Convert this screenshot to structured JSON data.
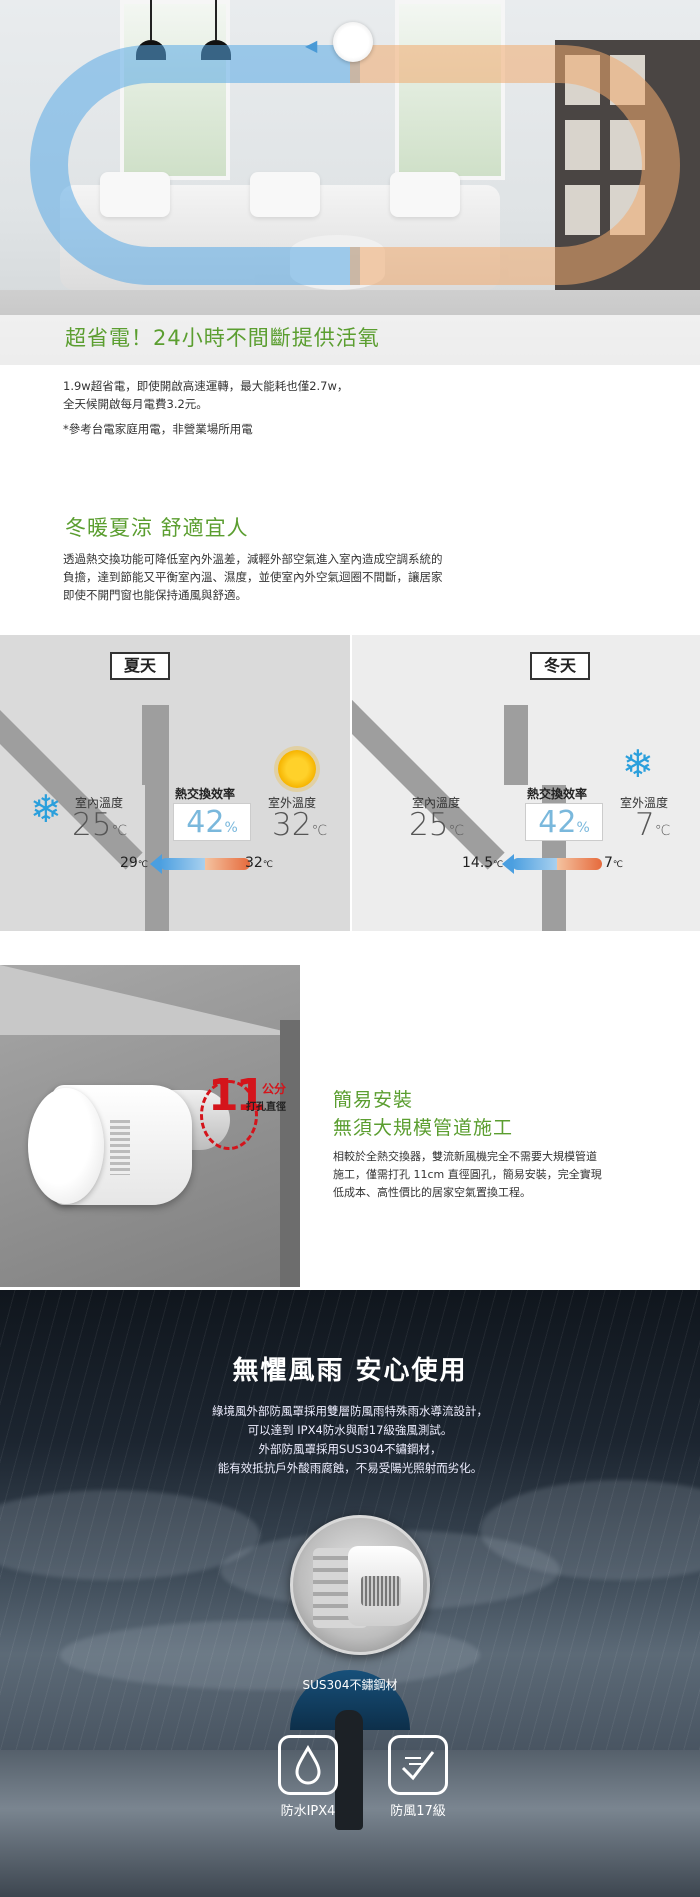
{
  "hero": {
    "title": "超省電！24小時不間斷提供活氧"
  },
  "power": {
    "lines": [
      "1.9w超省電，即使開啟高速運轉，最大能耗也僅2.7w，",
      "全天候開啟每月電費3.2元。"
    ],
    "note": "*參考台電家庭用電，非營業場所用電"
  },
  "comfort": {
    "title": "冬暖夏涼 舒適宜人",
    "lines": [
      "透過熱交換功能可降低室內外溫差，減輕外部空氣進入室內造成空調系統的",
      "負擔，達到節能又平衡室內溫、濕度，並使室內外空氣迴圈不間斷，讓居家",
      "即使不開門窗也能保持通風與舒適。"
    ]
  },
  "summer": {
    "label": "夏天",
    "indoor_label": "室內溫度",
    "indoor_temp": "25",
    "outdoor_label": "室外溫度",
    "outdoor_temp": "32",
    "efficiency_label": "熱交換效率",
    "efficiency": "42",
    "efficiency_unit": "%",
    "unit": "℃",
    "pipe_in": "29",
    "pipe_out": "32",
    "icon": "snowflake-icon"
  },
  "winter": {
    "label": "冬天",
    "indoor_label": "室內溫度",
    "indoor_temp": "25",
    "outdoor_label": "室外溫度",
    "outdoor_temp": "7",
    "efficiency_label": "熱交換效率",
    "efficiency": "42",
    "efficiency_unit": "%",
    "unit": "℃",
    "pipe_in": "14.5",
    "pipe_out": "7",
    "icon": "snowflake-icon"
  },
  "install": {
    "hole_size": "11",
    "hole_unit": "公分",
    "hole_label": "打孔直徑",
    "title_1": "簡易安裝",
    "title_2": "無須大規模管道施工",
    "lines": [
      "相較於全熱交換器，雙流新風機完全不需要大規模管道",
      "施工，僅需打孔 11cm 直徑圓孔，簡易安裝，完全實現",
      "低成本、高性價比的居家空氣置換工程。"
    ]
  },
  "storm": {
    "title": "無懼風雨 安心使用",
    "lines": [
      "綠境風外部防風罩採用雙層防風雨特殊雨水導流設計，",
      "可以達到 IPX4防水與耐17級強風測試。",
      "外部防風罩採用SUS304不鏽鋼材，",
      "能有效抵抗戶外酸雨腐蝕，不易受陽光照射而劣化。"
    ],
    "vent_label": "SUS304不鏽鋼材",
    "badges": [
      {
        "label": "防水IPX4",
        "icon": "water-drop-icon"
      },
      {
        "label": "防風17級",
        "icon": "wind-check-icon"
      }
    ]
  },
  "colors": {
    "accent_green": "#5b9e30",
    "cold_blue": "#2a9fdc",
    "warm_orange": "#e66a3c",
    "hole_red": "#d4141b"
  }
}
